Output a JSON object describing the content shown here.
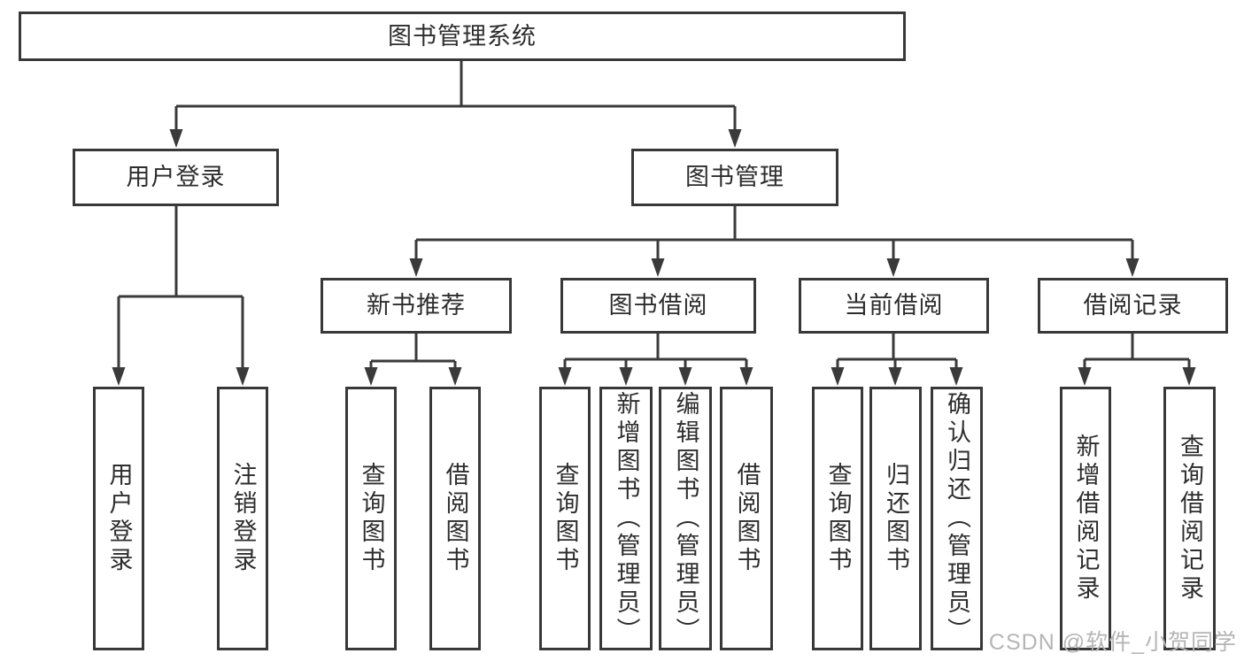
{
  "diagram": {
    "type": "tree",
    "root": {
      "label": "图书管理系统"
    },
    "level2": [
      {
        "label": "用户登录"
      },
      {
        "label": "图书管理"
      }
    ],
    "level3": [
      {
        "label": "新书推荐"
      },
      {
        "label": "图书借阅"
      },
      {
        "label": "当前借阅"
      },
      {
        "label": "借阅记录"
      }
    ],
    "leaves": {
      "user_login": [
        "用户登录",
        "注销登录"
      ],
      "new_book": [
        "查询图书",
        "借阅图书"
      ],
      "book_borrow": [
        "查询图书",
        "新增图书（管理员）",
        "编辑图书（管理员）",
        "借阅图书"
      ],
      "current_borrow": [
        "查询图书",
        "归还图书",
        "确认归还（管理员）"
      ],
      "borrow_record": [
        "新增借阅记录",
        "查询借阅记录"
      ]
    }
  },
  "watermark": "CSDN @软件_小贺同学",
  "colors": {
    "line": "#3a3a3a",
    "text": "#2d2d2d",
    "watermark_gray": "#b5b5b5",
    "background": "#ffffff"
  }
}
